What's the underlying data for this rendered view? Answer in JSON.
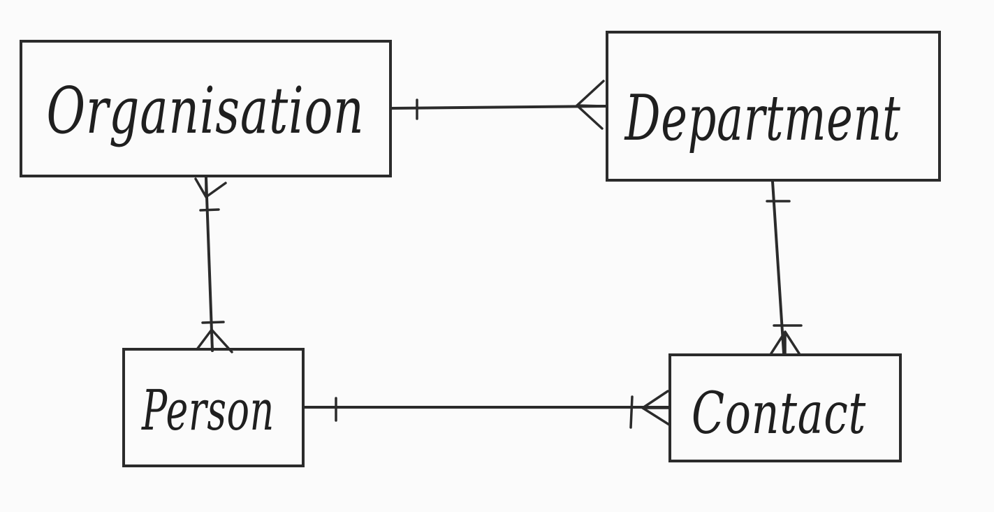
{
  "diagram": {
    "type": "entity-relationship",
    "style": "hand-drawn crow's foot",
    "colors": {
      "background": "#fbfbfb",
      "ink": "#2b2b2b"
    },
    "entities": [
      {
        "id": "organisation",
        "label": "Organisation"
      },
      {
        "id": "department",
        "label": "Department"
      },
      {
        "id": "person",
        "label": "Person"
      },
      {
        "id": "contact",
        "label": "Contact"
      }
    ],
    "relationships": [
      {
        "from": "organisation",
        "from_end": "one",
        "to": "department",
        "to_end": "many"
      },
      {
        "from": "organisation",
        "from_end": "one-or-many",
        "to": "person",
        "to_end": "one-or-many"
      },
      {
        "from": "department",
        "from_end": "one",
        "to": "contact",
        "to_end": "one-or-many"
      },
      {
        "from": "person",
        "from_end": "one",
        "to": "contact",
        "to_end": "one-or-many"
      }
    ]
  }
}
